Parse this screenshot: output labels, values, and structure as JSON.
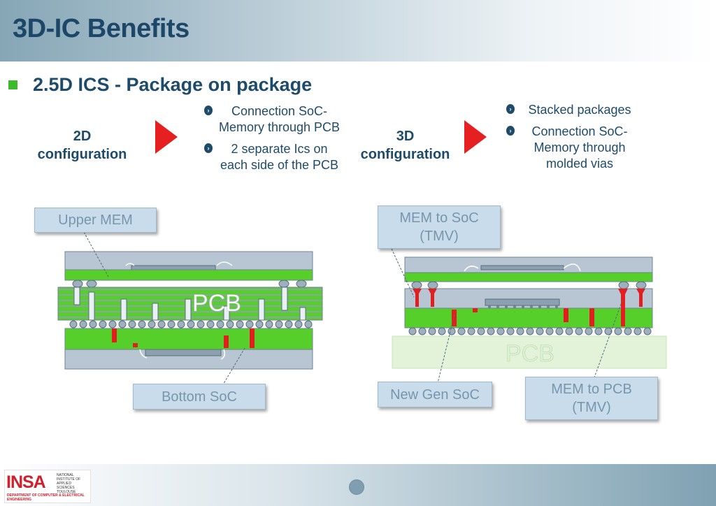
{
  "title": "3D-IC Benefits",
  "subtitle": "2.5D ICS - Package on package",
  "left": {
    "config_label_line1": "2D",
    "config_label_line2": "configuration",
    "bullets": [
      "Connection SoC-Memory through PCB",
      "2 separate Ics on each side of the PCB"
    ],
    "callout_top": "Upper MEM",
    "callout_bottom": "Bottom SoC",
    "pcb_label": "PCB"
  },
  "right": {
    "config_label_line1": "3D",
    "config_label_line2": "configuration",
    "bullets": [
      "Stacked packages",
      "Connection SoC-Memory through molded vias"
    ],
    "callout_mem_soc_line1": "MEM to SoC",
    "callout_mem_soc_line2": "(TMV)",
    "callout_new_soc": "New Gen SoC",
    "callout_mem_pcb_line1": "MEM to PCB",
    "callout_mem_pcb_line2": "(TMV)",
    "pcb_label": "PCB"
  },
  "footer": {
    "logo_text": "INSA",
    "logo_institute": "NATIONAL INSTITUTE OF APPLIED SCIENCES TOULOUSE",
    "logo_department": "DEPARTMENT OF COMPUTER & ELECTRICAL ENGINEERING"
  },
  "colors": {
    "title": "#1d4768",
    "green": "#56cf2a",
    "via_red": "#e21e1e",
    "arrow_red": "#e62020",
    "callout_bg": "#c9dcec",
    "package_gray": "#b7c6d2"
  }
}
